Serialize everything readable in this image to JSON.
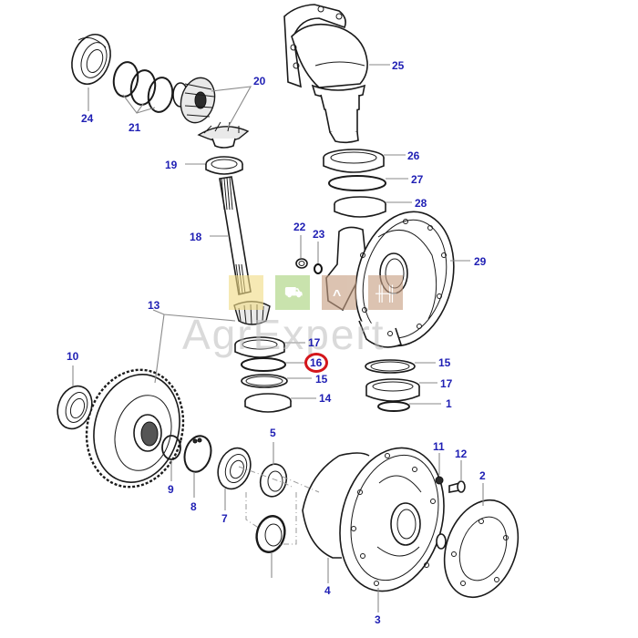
{
  "diagram": {
    "title": "Exploded parts view - steering axle bevel gear housing",
    "highlight_color": "#d4161c",
    "label_color": "#1f1fb4",
    "highlighted_part": "16",
    "labels": {
      "p1": "1",
      "p2": "2",
      "p3": "3",
      "p4": "4",
      "p5": "5",
      "p7": "7",
      "p8": "8",
      "p9": "9",
      "p10": "10",
      "p11": "11",
      "p12": "12",
      "p13": "13",
      "p14": "14",
      "p15a": "15",
      "p15b": "15",
      "p16": "16",
      "p17a": "17",
      "p17b": "17",
      "p18": "18",
      "p19": "19",
      "p20": "20",
      "p21": "21",
      "p22": "22",
      "p23": "23",
      "p24": "24",
      "p25": "25",
      "p26": "26",
      "p27": "27",
      "p28": "28",
      "p29": "29"
    }
  },
  "watermark": {
    "text": "AgrExpert",
    "tiles": [
      {
        "name": "parts-tile",
        "color": "#f1dc86",
        "icon": "chain-icon"
      },
      {
        "name": "tools-tile",
        "color": "#a9d27c",
        "icon": "wheelbarrow-icon"
      },
      {
        "name": "machinery-tile",
        "color": "#c79f83",
        "icon": "wrench-icon"
      },
      {
        "name": "fence-tile",
        "color": "#c79f83",
        "icon": "fence-icon"
      }
    ]
  }
}
